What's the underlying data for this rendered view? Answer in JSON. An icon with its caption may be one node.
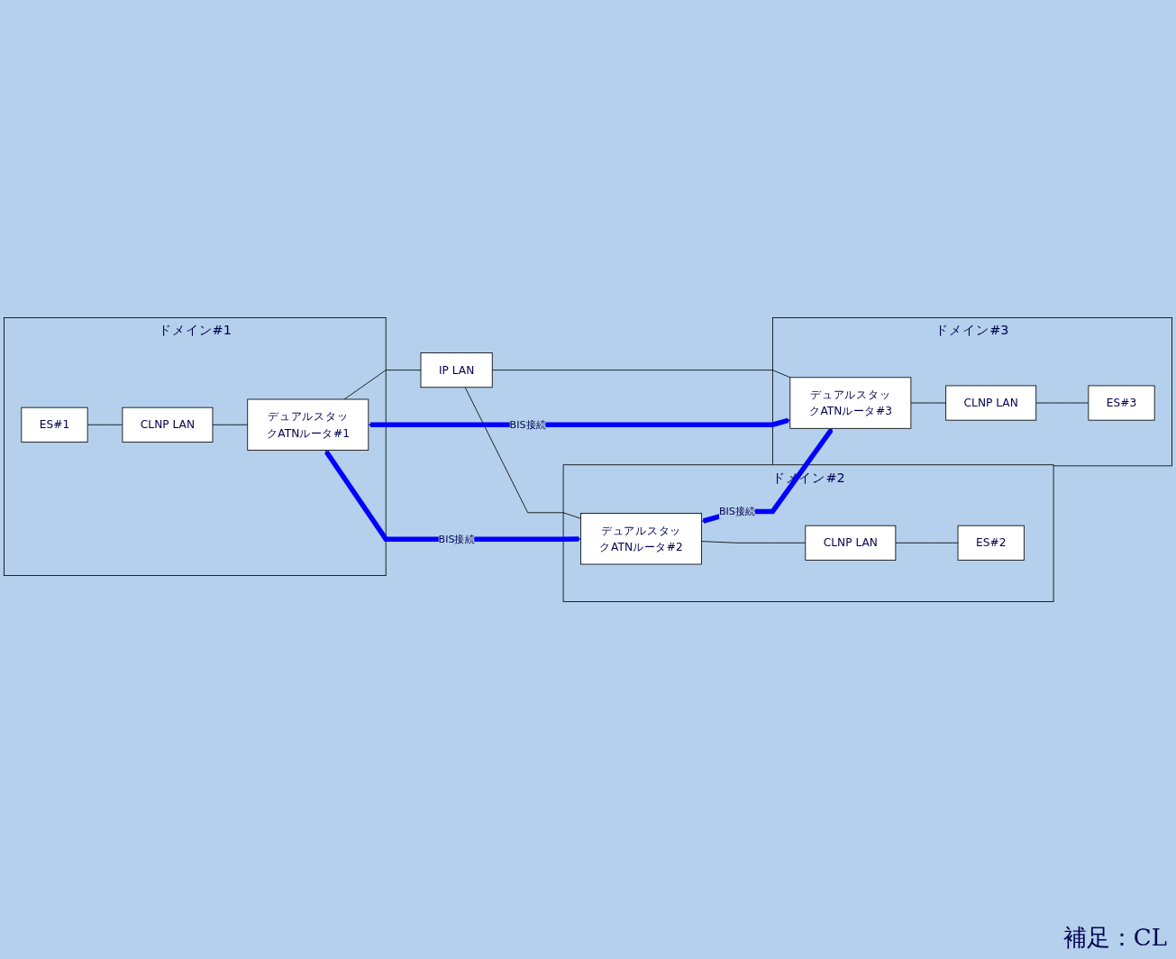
{
  "diagram": {
    "nodes": [
      {
        "text": [
          "ドメイン#1"
        ]
      },
      {
        "text": [
          "ES#1"
        ],
        "in": 0
      },
      {
        "text": [
          "CLNP LAN"
        ],
        "in": 0
      },
      {
        "text": [
          "デュアルスタックATNルータ#1"
        ],
        "in": 0
      },
      {
        "text": [
          "IP LAN"
        ]
      },
      {
        "text": [
          "ドメイン#2"
        ]
      },
      {
        "text": [
          "デュアルスタックATNルータ#2"
        ],
        "in": 5
      },
      {
        "text": [
          "CLNP LAN"
        ],
        "in": 5
      },
      {
        "text": [
          "ES#2"
        ],
        "in": 5
      },
      {
        "text": [
          "ドメイン#3"
        ]
      },
      {
        "text": [
          "デュアルスタックATNルータ#3"
        ],
        "in": 9
      },
      {
        "text": [
          "CLNP LAN"
        ],
        "in": 9
      },
      {
        "text": [
          "ES#3"
        ],
        "in": 9
      }
    ],
    "edges": [
      {
        "from": 1,
        "to": 2,
        "arrow": "none"
      },
      {
        "from": 2,
        "to": 3,
        "arrow": "none"
      },
      {
        "from": 3,
        "to": 4,
        "arrow": "none"
      },
      {
        "from": 4,
        "to": 6,
        "arrow": "none"
      },
      {
        "from": 4,
        "to": 10,
        "arrow": "none"
      },
      {
        "from": 6,
        "to": 7,
        "arrow": "none"
      },
      {
        "from": 7,
        "to": 8,
        "arrow": "none"
      },
      {
        "from": 10,
        "to": 11,
        "arrow": "none"
      },
      {
        "from": 11,
        "to": 12,
        "arrow": "none"
      },
      {
        "from": 3,
        "to": 6,
        "arrow": "both",
        "label": "BIS接続",
        "style": "thick",
        "color": "#0000ff"
      },
      {
        "from": 3,
        "to": 10,
        "arrow": "both",
        "label": "BIS接続",
        "style": "thick",
        "color": "#0000ff"
      },
      {
        "from": 6,
        "to": 10,
        "arrow": "both",
        "label": "BIS接続",
        "style": "thick",
        "color": "#0000ff"
      }
    ],
    "labels": [
      "補足：CL"
    ]
  }
}
